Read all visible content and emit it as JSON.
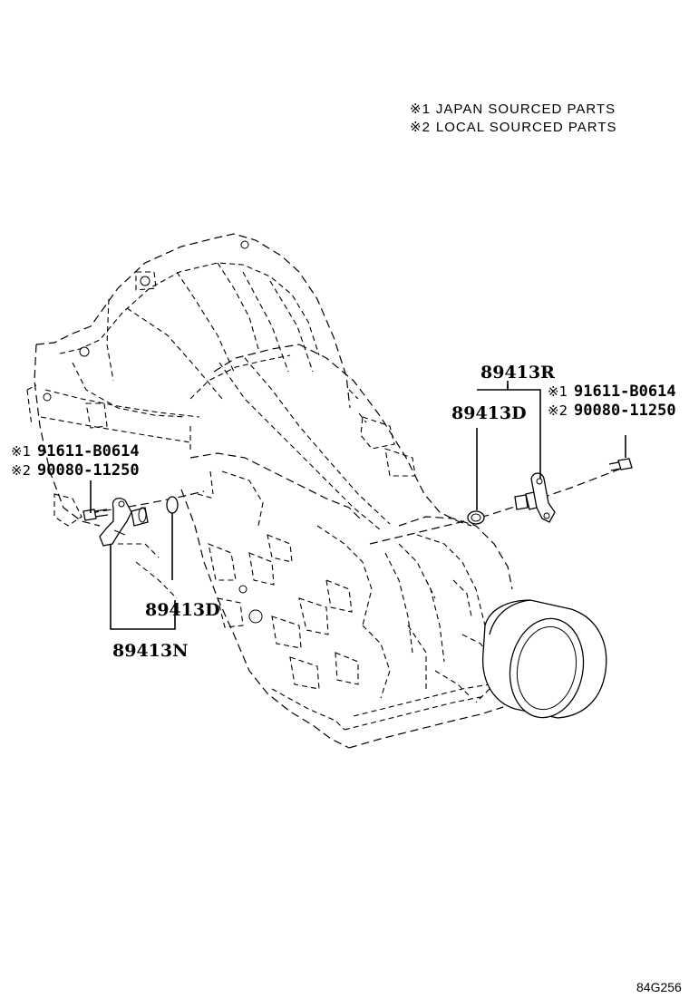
{
  "notes": [
    {
      "mark": "※1",
      "text": "JAPAN SOURCED PARTS"
    },
    {
      "mark": "※2",
      "text": "LOCAL SOURCED PARTS"
    }
  ],
  "left_callouts": {
    "sensor_1": {
      "mark": "※1",
      "part": "91611-B0614"
    },
    "sensor_2": {
      "mark": "※2",
      "part": "90080-11250"
    },
    "oring": "89413D",
    "assembly": "89413N"
  },
  "right_callouts": {
    "assembly": "89413R",
    "oring": "89413D",
    "sensor_1": {
      "mark": "※1",
      "part": "91611-B0614"
    },
    "sensor_2": {
      "mark": "※2",
      "part": "90080-11250"
    }
  },
  "diagram_code": "84G256"
}
